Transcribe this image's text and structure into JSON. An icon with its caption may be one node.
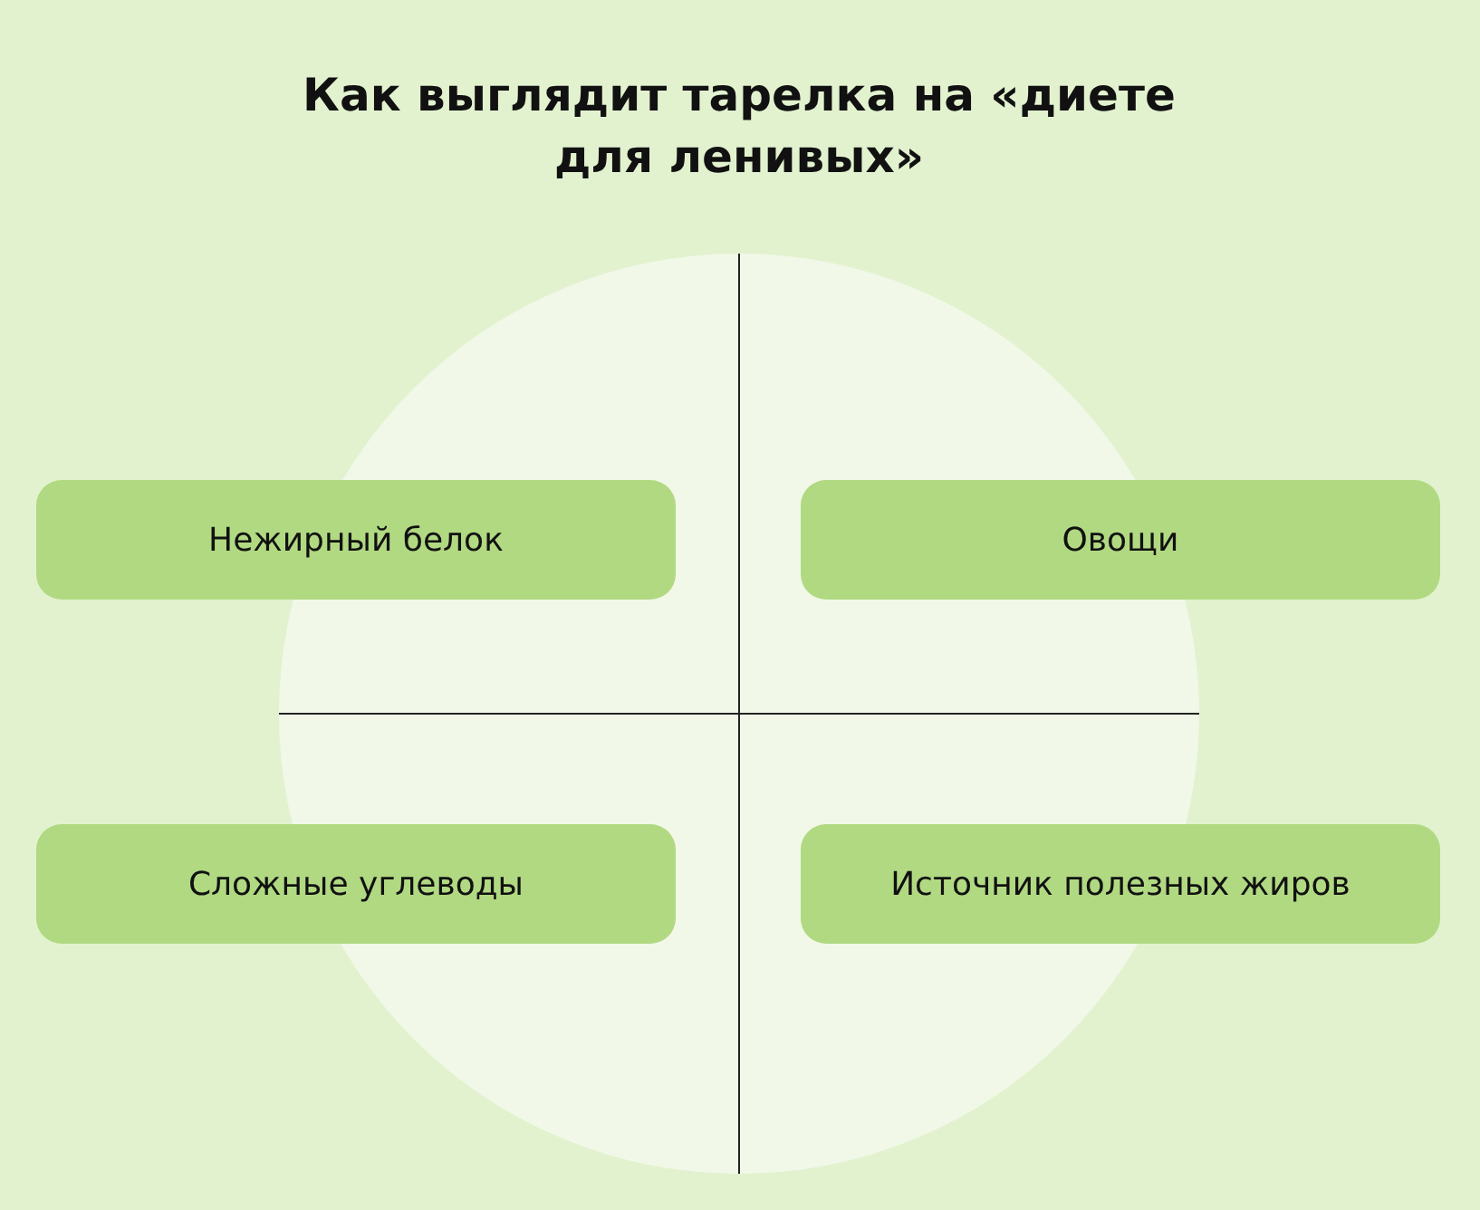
{
  "diagram": {
    "title": "Как выглядит тарелка на «диете для ленивых»",
    "nodes": [
      {
        "text": [],
        "shape": "circle"
      },
      {
        "text": [
          "Нежирный белок"
        ]
      },
      {
        "text": [
          "Овощи"
        ]
      },
      {
        "text": [
          "Сложные углеводы"
        ]
      },
      {
        "text": [
          "Источник полезных жиров"
        ]
      }
    ],
    "edges": []
  }
}
